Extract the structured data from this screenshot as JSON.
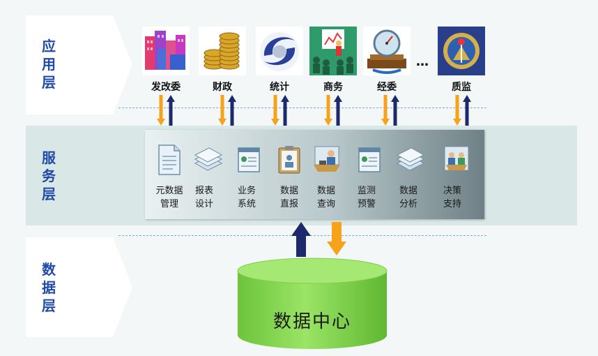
{
  "layers": {
    "application": "应\n用\n层",
    "service": "服\n务\n层",
    "data": "数\n据\n层"
  },
  "apps": [
    {
      "label": "发改委",
      "icon": "buildings-icon"
    },
    {
      "label": "财政",
      "icon": "coins-icon"
    },
    {
      "label": "统计",
      "icon": "statistics-logo-icon"
    },
    {
      "label": "商务",
      "icon": "business-meeting-icon"
    },
    {
      "label": "经委",
      "icon": "gauge-icon"
    },
    {
      "label": "质监",
      "icon": "quality-emblem-icon"
    }
  ],
  "apps_more": "…",
  "services": [
    {
      "label": "元数据\n管理",
      "icon": "document-icon"
    },
    {
      "label": "报表\n设计",
      "icon": "stacked-sheets-icon"
    },
    {
      "label": "业务\n系统",
      "icon": "window-icon"
    },
    {
      "label": "数据\n直报",
      "icon": "clipboard-icon"
    },
    {
      "label": "数据\n查询",
      "icon": "person-desk-icon"
    },
    {
      "label": "监测\n预警",
      "icon": "monitor-window-icon"
    },
    {
      "label": "数据\n分析",
      "icon": "stacked-sheets-icon"
    },
    {
      "label": "决策\n支持",
      "icon": "meeting-icon"
    }
  ],
  "data_center": "数据中心",
  "colors": {
    "accent_blue": "#1f4aa8",
    "arrow_orange": "#f7a21b",
    "arrow_navy": "#1c2a6b",
    "cylinder_green": "#86d650"
  }
}
